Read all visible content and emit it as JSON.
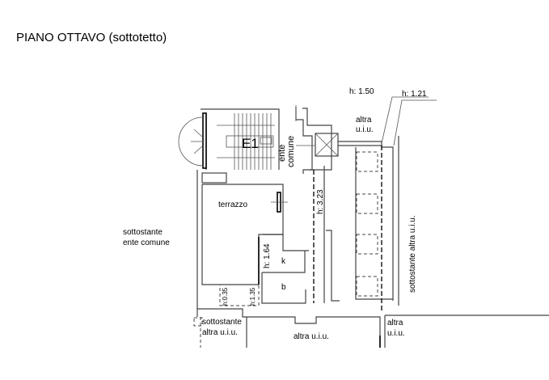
{
  "title": "PIANO OTTAVO (sottotetto)",
  "labels": {
    "stair_id": "E1",
    "ente": "ente",
    "comune": "comune",
    "terrazzo": "terrazzo",
    "sottostante_ente_1": "sottostante",
    "sottostante_ente_2": "ente comune",
    "k": "k",
    "b": "b",
    "h_323": "h: 3.23",
    "h_164": "h: 1.64",
    "h_035": "h:0.35",
    "h_135": "h:1.35",
    "h_150": "h: 1.50",
    "h_121": "h: 1.21",
    "altra_top_1": "altra",
    "altra_top_2": "u.i.u.",
    "sottostante_altra_right": "sottostante altra u.i.u.",
    "sottostante_bl_1": "sottostante",
    "sottostante_bl_2": "altra u.i.u.",
    "altra_bottom": "altra u.i.u.",
    "altra_br_1": "altra",
    "altra_br_2": "u.i.u."
  }
}
